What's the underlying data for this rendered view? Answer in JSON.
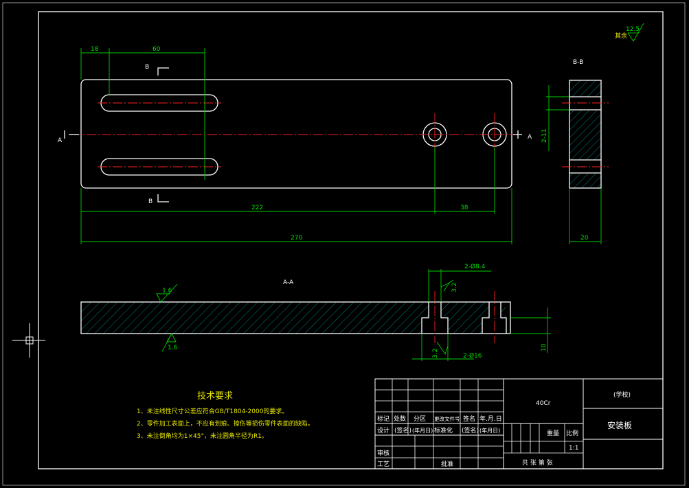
{
  "drawing": {
    "roughness_note": "其余",
    "roughness_value": "12.5",
    "section_top": {
      "label": "B-B",
      "cut_marker": "B"
    },
    "view_arrow": "A",
    "section_front": {
      "label": "A-A"
    },
    "dimensions": {
      "d18": "18",
      "d60": "60",
      "d222": "222",
      "d38": "38",
      "d270": "270",
      "d20": "20",
      "d2_11": "2-11",
      "hole_small": "2-Ø8.4",
      "hole_large": "2-Ø16",
      "d10": "10",
      "r32a": "3.2",
      "r32b": "3.2",
      "r16a": "1.6",
      "r16b": "1.6"
    }
  },
  "tech": {
    "title": "技术要求",
    "items": [
      "1、未注线性尺寸公差应符合GB/T1804-2000的要求。",
      "2、零件加工表面上，不应有划痕、擦伤等损伤零件表面的缺陷。",
      "3、未注倒角均为1×45°，未注圆角半径为R1。"
    ]
  },
  "titleblock": {
    "material": "40Cr",
    "school": "(学校)",
    "part_name": "安装板",
    "row1": [
      "标记",
      "处数",
      "分区",
      "更改文件号",
      "签名",
      "年.月.日"
    ],
    "row2": [
      "设计",
      "(签名)",
      "(年月日)",
      "标准化",
      "(签名)",
      "(年月日)"
    ],
    "review": "审核",
    "process": "工艺",
    "approve": "批准",
    "weight": "重量",
    "scale": "比例",
    "scale_value": "1:1",
    "sheets": "共  张  第  张"
  }
}
